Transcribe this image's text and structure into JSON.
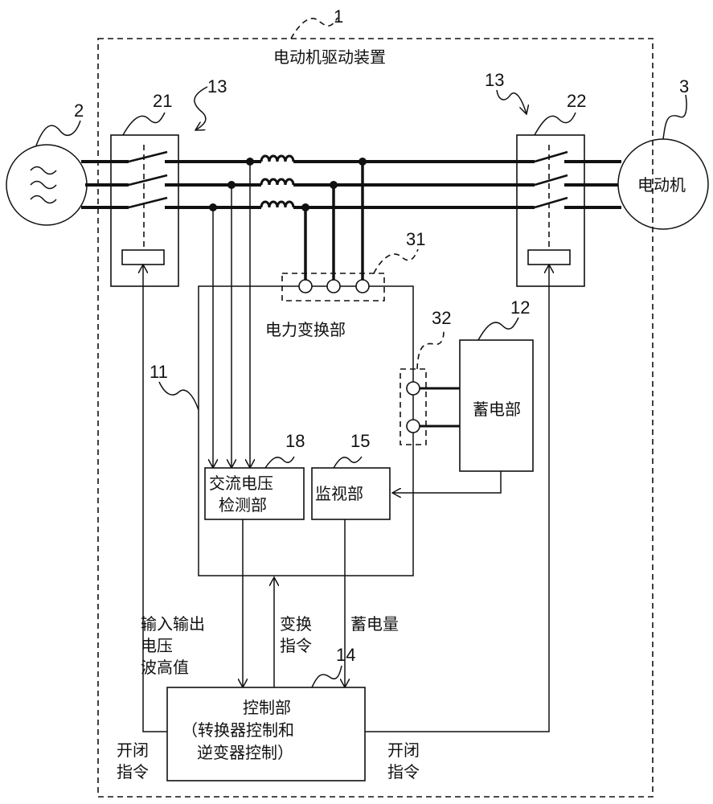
{
  "device": {
    "ref": "1",
    "title": "电动机驱动装置"
  },
  "ac_source": {
    "ref": "2",
    "symbol": "≈"
  },
  "motor": {
    "ref": "3",
    "label": "电动机"
  },
  "switches": [
    {
      "ref": "21",
      "group_ref": "13"
    },
    {
      "ref": "22",
      "group_ref": "13"
    }
  ],
  "power_converter": {
    "ref": "11",
    "label": "电力变换部"
  },
  "ac_terminals": {
    "ref": "31"
  },
  "dc_terminals": {
    "ref": "32"
  },
  "storage": {
    "ref": "12",
    "label": "蓄电部"
  },
  "ac_detector": {
    "ref": "18",
    "line1": "交流电压",
    "line2": "检测部"
  },
  "monitor": {
    "ref": "15",
    "label": "监视部"
  },
  "controller": {
    "ref": "14",
    "line1": "控制部",
    "line2": "（转换器控制和",
    "line3": "逆变器控制）"
  },
  "signals": {
    "peak_line1": "输入输出",
    "peak_line2": "电压",
    "peak_line3": "波高值",
    "convert_line1": "变换",
    "convert_line2": "指令",
    "charge": "蓄电量",
    "switch_left_line1": "开闭",
    "switch_left_line2": "指令",
    "switch_right_line1": "开闭",
    "switch_right_line2": "指令"
  }
}
